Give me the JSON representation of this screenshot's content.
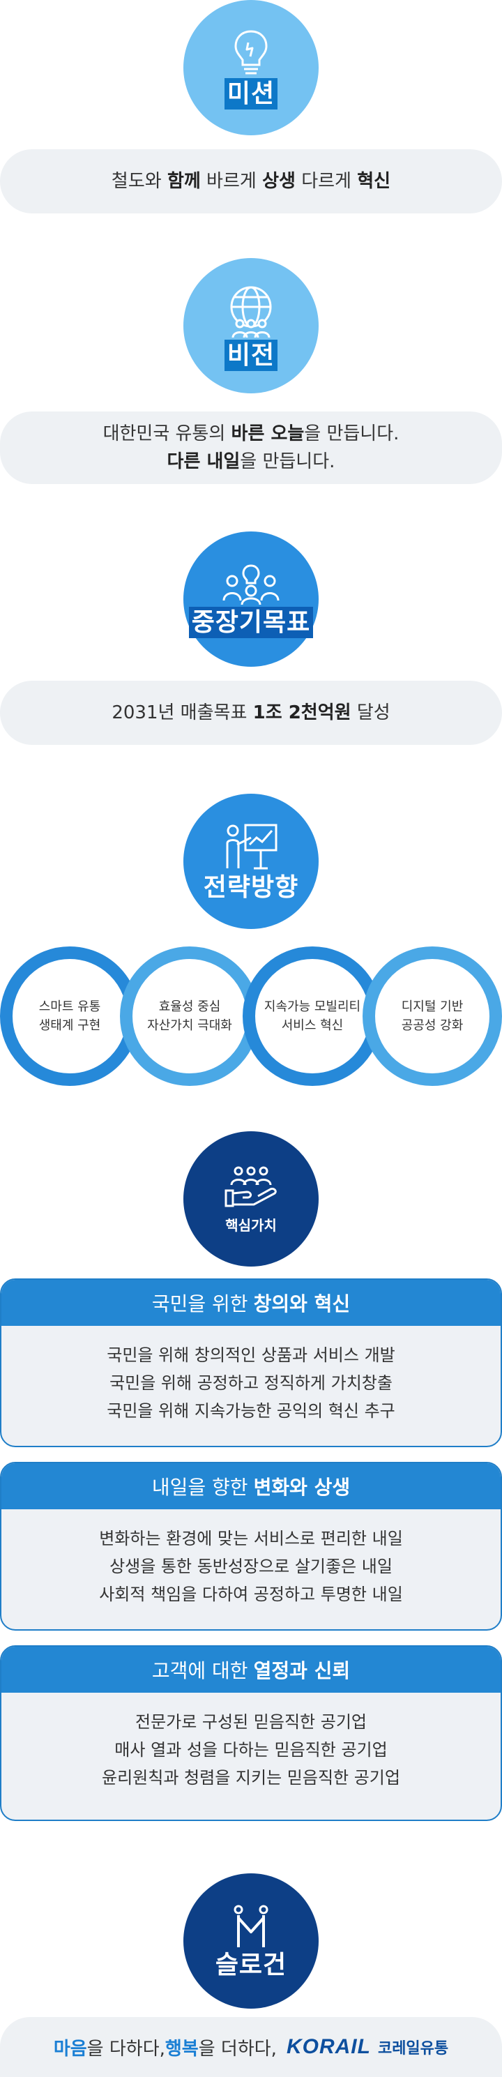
{
  "mission": {
    "label": "미션",
    "text_a": "철도와 ",
    "b1": "함께",
    "text_b": " 바르게 ",
    "b2": "상생",
    "text_c": " 다르게 ",
    "b3": "혁신"
  },
  "vision": {
    "label": "비전",
    "line1_a": "대한민국 유통의 ",
    "line1_b": "바른 오늘",
    "line1_c": "을 만듭니다.",
    "line2_b": "다른 내일",
    "line2_c": "을 만듭니다."
  },
  "goal": {
    "label": "중장기목표",
    "text_a": "2031년 매출목표 ",
    "b": "1조 2천억원",
    "text_c": " 달성"
  },
  "strategy": {
    "label": "전략방향",
    "items": [
      {
        "line1": "스마트 유통",
        "line2": "생태계 구현"
      },
      {
        "line1": "효율성 중심",
        "line2": "자산가치 극대화"
      },
      {
        "line1": "지속가능 모빌리티",
        "line2": "서비스 혁신"
      },
      {
        "line1": "디지털 기반",
        "line2": "공공성 강화"
      }
    ]
  },
  "values": {
    "label": "핵심가치",
    "cards": [
      {
        "head_a": "국민을 위한",
        "head_b": "창의와 혁신",
        "lines": [
          "국민을 위해 창의적인 상품과 서비스 개발",
          "국민을 위해 공정하고 정직하게 가치창출",
          "국민을 위해 지속가능한 공익의 혁신 추구"
        ]
      },
      {
        "head_a": "내일을 향한",
        "head_b": "변화와 상생",
        "lines": [
          "변화하는 환경에 맞는 서비스로 편리한 내일",
          "상생을 통한 동반성장으로 살기좋은 내일",
          "사회적 책임을 다하여 공정하고 투명한 내일"
        ]
      },
      {
        "head_a": "고객에 대한",
        "head_b": "열정과 신뢰",
        "lines": [
          "전문가로 구성된 믿음직한 공기업",
          "매사 열과 성을 다하는 믿음직한 공기업",
          "윤리원칙과 청렴을 지키는 믿음직한 공기업"
        ]
      }
    ]
  },
  "slogan": {
    "label": "슬로건",
    "hl1": "마음",
    "t1": "을 다하다, ",
    "hl2": "행복",
    "t2": "을 더하다,",
    "logo": "KORAIL",
    "logo_sub": "코레일유통"
  },
  "colors": {
    "light_blue": "#74c2f2",
    "mid_blue": "#2a8fe0",
    "dark_blue": "#0d3f86",
    "label_box": "#0d78c8"
  }
}
